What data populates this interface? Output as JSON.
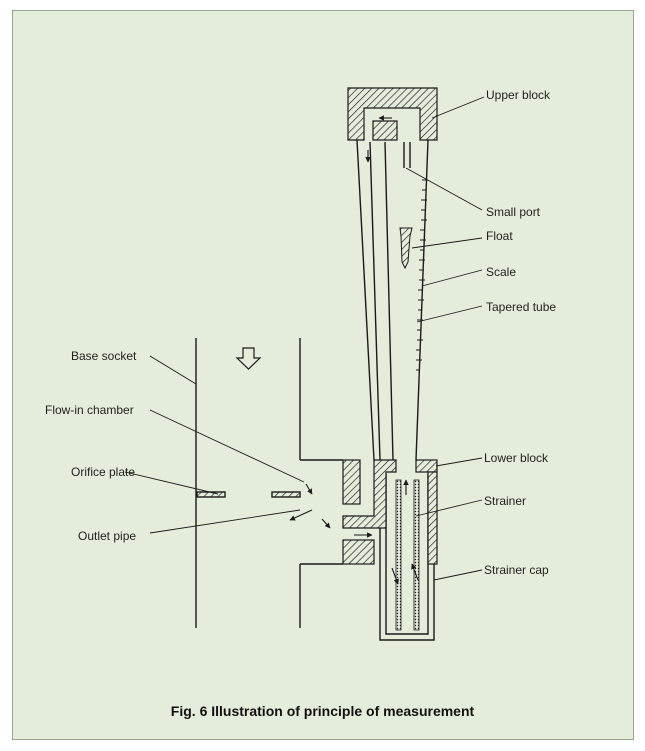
{
  "figure": {
    "caption": "Fig. 6 Illustration of principle of measurement",
    "colors": {
      "background": "#e4ecdb",
      "line": "#1a1a1a"
    },
    "labels": {
      "upper_block": "Upper block",
      "small_port": "Small port",
      "float": "Float",
      "scale": "Scale",
      "tapered_tube": "Tapered tube",
      "base_socket": "Base socket",
      "flow_in_chamber": "Flow-in chamber",
      "orifice_plate": "Orifice plate",
      "outlet_pipe": "Outlet pipe",
      "lower_block": "Lower block",
      "strainer": "Strainer",
      "strainer_cap": "Strainer cap"
    }
  }
}
